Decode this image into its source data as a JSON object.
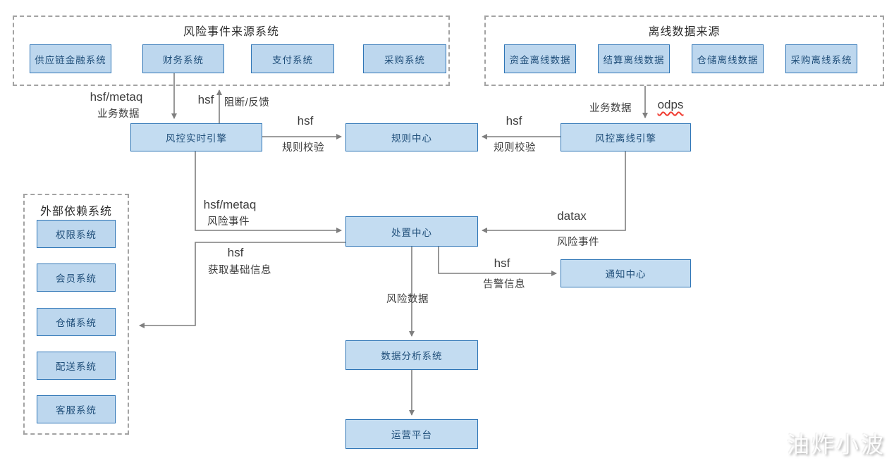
{
  "diagram": {
    "groups": {
      "source": {
        "title": "风险事件来源系统",
        "items": [
          "供应链金融系统",
          "财务系统",
          "支付系统",
          "采购系统"
        ]
      },
      "offline": {
        "title": "离线数据来源",
        "items": [
          "资金离线数据",
          "结算离线数据",
          "仓储离线数据",
          "采购离线系统"
        ]
      },
      "external": {
        "title": "外部依赖系统",
        "items": [
          "权限系统",
          "会员系统",
          "仓储系统",
          "配送系统",
          "客服系统"
        ]
      }
    },
    "nodes": {
      "realtime_engine": "风控实时引擎",
      "rule_center": "规则中心",
      "offline_engine": "风控离线引擎",
      "disposal_center": "处置中心",
      "notify_center": "通知中心",
      "data_analysis": "数据分析系统",
      "operation_platform": "运营平台"
    },
    "edge_labels": {
      "business_in_protocol": "hsf/metaq",
      "business_in": "业务数据",
      "block_protocol": "hsf",
      "block_feedback": "阻断/反馈",
      "rt_rule_protocol": "hsf",
      "rt_rule_check": "规则校验",
      "off_rule_protocol": "hsf",
      "off_rule_check": "规则校验",
      "off_business_in": "业务数据",
      "odps": "odps",
      "risk_event_protocol": "hsf/metaq",
      "risk_event": "风险事件",
      "datax": "datax",
      "datax_risk_event": "风险事件",
      "base_info_protocol": "hsf",
      "base_info": "获取基础信息",
      "alert_protocol": "hsf",
      "alert_info": "告警信息",
      "risk_data": "风险数据"
    },
    "watermark": "油炸小波",
    "colors": {
      "node_fill": "#BDD7EE",
      "node_border": "#2E75B6",
      "node_text": "#1F4E79",
      "edge_line": "#7F7F7F",
      "dashed_border": "#A3A3A3",
      "label_text": "#3D3D3D",
      "odps_underline": "#F03B30"
    }
  }
}
